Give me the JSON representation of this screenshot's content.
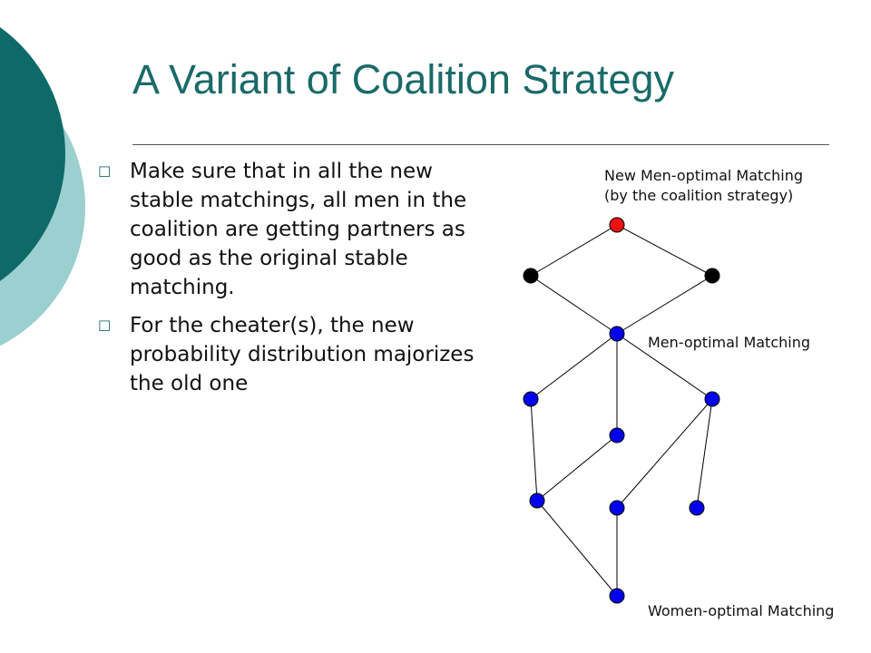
{
  "slide": {
    "title": "A Variant of Coalition Strategy",
    "bullets": [
      "Make sure that in all the new stable matchings, all men in the coalition are getting partners as good as the original stable matching.",
      "For the cheater(s), the new probability distribution majorizes the old one"
    ],
    "bullet_icon": "hollow-square-bullet-icon"
  },
  "diagram": {
    "labels": {
      "new_men_optimal_line1": "New Men-optimal Matching",
      "new_men_optimal_line2": "(by the coalition strategy)",
      "men_optimal": "Men-optimal Matching",
      "women_optimal": "Women-optimal Matching"
    },
    "colors": {
      "highlight": "#ee1111",
      "black": "#000000",
      "blue": "#0000ee",
      "edge": "#000000"
    },
    "nodes": [
      {
        "id": "n0",
        "color": "highlight"
      },
      {
        "id": "n1",
        "color": "black"
      },
      {
        "id": "n2",
        "color": "black"
      },
      {
        "id": "n3",
        "color": "blue"
      },
      {
        "id": "n4",
        "color": "blue"
      },
      {
        "id": "n5",
        "color": "blue"
      },
      {
        "id": "n6",
        "color": "blue"
      },
      {
        "id": "n7",
        "color": "blue"
      },
      {
        "id": "n8",
        "color": "blue"
      },
      {
        "id": "n9",
        "color": "blue"
      },
      {
        "id": "n10",
        "color": "blue"
      }
    ],
    "edges": [
      [
        "n0",
        "n1"
      ],
      [
        "n0",
        "n2"
      ],
      [
        "n1",
        "n3"
      ],
      [
        "n2",
        "n3"
      ],
      [
        "n3",
        "n4"
      ],
      [
        "n3",
        "n5"
      ],
      [
        "n3",
        "n6"
      ],
      [
        "n4",
        "n8"
      ],
      [
        "n6",
        "n7"
      ],
      [
        "n6",
        "n9"
      ],
      [
        "n5",
        "n8"
      ],
      [
        "n7",
        "n10"
      ],
      [
        "n8",
        "n10"
      ]
    ]
  },
  "theme": {
    "accent_dark": "#0e6a68",
    "accent_light": "#9ccfd0",
    "title_color": "#1a6a68"
  }
}
